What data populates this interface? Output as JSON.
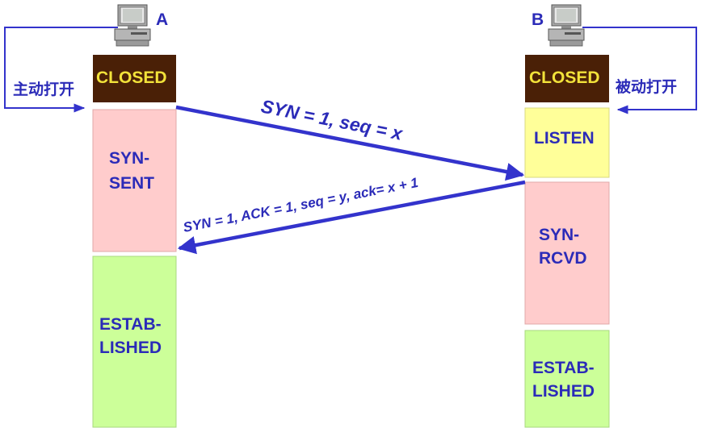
{
  "hosts": {
    "a": {
      "label": "A",
      "open_mode": "主动打开"
    },
    "b": {
      "label": "B",
      "open_mode": "被动打开"
    }
  },
  "states": {
    "a": [
      {
        "line1": "CLOSED",
        "line2": ""
      },
      {
        "line1": "SYN-",
        "line2": "SENT"
      },
      {
        "line1": "ESTAB-",
        "line2": "LISHED"
      }
    ],
    "b": [
      {
        "line1": "CLOSED",
        "line2": ""
      },
      {
        "line1": "LISTEN",
        "line2": ""
      },
      {
        "line1": "SYN-",
        "line2": "RCVD"
      },
      {
        "line1": "ESTAB-",
        "line2": "LISHED"
      }
    ]
  },
  "messages": {
    "syn": "SYN = 1, seq = x",
    "syn_ack": "SYN = 1, ACK = 1, seq = y, ack= x + 1"
  },
  "colors": {
    "closed_bg": "#4a2006",
    "closed_text": "#f2e23a",
    "syn_bg": "#ffcccc",
    "established_bg": "#ccff99",
    "listen_bg": "#ffff99",
    "text_blue": "#2b2bb8",
    "arrow_blue": "#3333cc"
  },
  "icons": {
    "host": "computer-icon"
  }
}
